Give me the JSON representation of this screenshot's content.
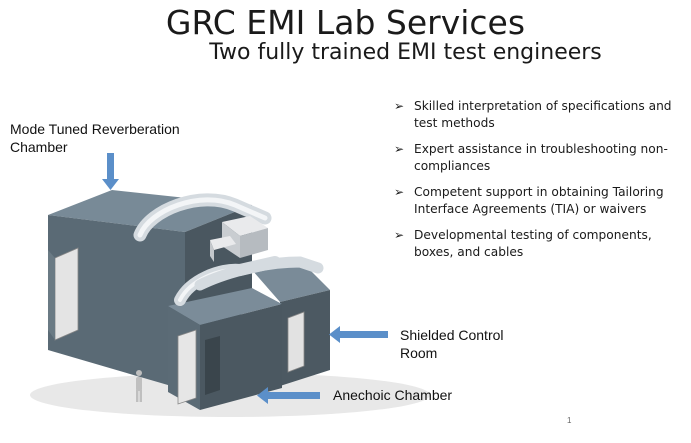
{
  "slide": {
    "title": "GRC EMI Lab Services",
    "subtitle": "Two fully trained EMI test engineers",
    "page_number": "1"
  },
  "bullets": {
    "marker": "➢",
    "items": [
      "Skilled interpretation of specifications and test methods",
      "Expert assistance in troubleshooting non-compliances",
      "Competent support in obtaining Tailoring Interface Agreements (TIA) or waivers",
      "Developmental testing of components, boxes, and cables"
    ]
  },
  "labels": {
    "reverb": "Mode Tuned Reverberation Chamber",
    "control": "Shielded Control Room",
    "anechoic": "Anechoic Chamber"
  },
  "colors": {
    "arrow": "#5b8fc9",
    "chamber_top": "#6e7f8c",
    "chamber_front": "#56656f",
    "chamber_side": "#3f4a52",
    "duct": "#d8dde1"
  }
}
